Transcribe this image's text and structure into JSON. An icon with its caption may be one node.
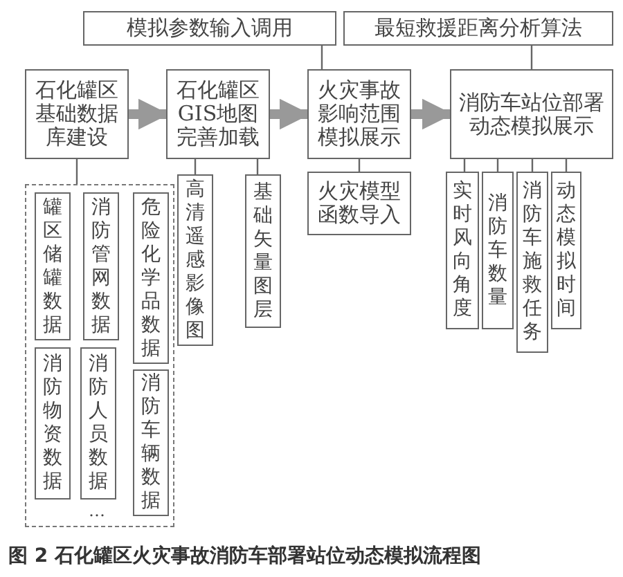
{
  "diagram": {
    "caption": "图 2 石化罐区火灾事故消防车部署站位动态模拟流程图",
    "nodes": [
      {
        "text": [
          "模拟参数输入调用"
        ]
      },
      {
        "text": [
          "最短救援距离分析算法"
        ]
      },
      {
        "text": [
          "石化罐区基础数据库建设"
        ]
      },
      {
        "text": [
          "石化罐区GIS地图完善加载"
        ]
      },
      {
        "text": [
          "火灾事故影响范围模拟展示"
        ]
      },
      {
        "text": [
          "消防车站位部署动态模拟展示"
        ]
      },
      {
        "text": [],
        "shape": "box"
      },
      {
        "text": [
          "罐区储罐数据"
        ],
        "in": 6
      },
      {
        "text": [
          "消防管网数据"
        ],
        "in": 6
      },
      {
        "text": [
          "危险化学品数据"
        ],
        "in": 6
      },
      {
        "text": [
          "消防物资数据"
        ],
        "in": 6
      },
      {
        "text": [
          "消防人员数据"
        ],
        "in": 6
      },
      {
        "text": [
          "消防车辆数据"
        ],
        "in": 6
      },
      {
        "text": [
          "高清遥感影像图"
        ]
      },
      {
        "text": [
          "基础矢量图层"
        ]
      },
      {
        "text": [
          "火灾模型函数导入"
        ]
      },
      {
        "text": [
          "实时风向角度"
        ]
      },
      {
        "text": [
          "消防车数量"
        ]
      },
      {
        "text": [
          "消防车施救任务"
        ]
      },
      {
        "text": [
          "动态模拟时间"
        ]
      }
    ],
    "edges": [
      {
        "from": 2,
        "to": 3,
        "arrow": "to",
        "style": "thick"
      },
      {
        "from": 3,
        "to": 4,
        "arrow": "to",
        "style": "thick"
      },
      {
        "from": 4,
        "to": 5,
        "arrow": "to",
        "style": "thick"
      },
      {
        "from": 0,
        "to": 4,
        "arrow": "none"
      },
      {
        "from": 1,
        "to": 5,
        "arrow": "none"
      },
      {
        "from": 2,
        "to": 6,
        "arrow": "none"
      },
      {
        "from": 3,
        "to": 13,
        "arrow": "none"
      },
      {
        "from": 3,
        "to": 14,
        "arrow": "none"
      },
      {
        "from": 4,
        "to": 15,
        "arrow": "none"
      },
      {
        "from": 5,
        "to": 16,
        "arrow": "none"
      },
      {
        "from": 5,
        "to": 17,
        "arrow": "none"
      },
      {
        "from": 5,
        "to": 18,
        "arrow": "none"
      },
      {
        "from": 5,
        "to": 19,
        "arrow": "none"
      }
    ],
    "labels": [
      "…"
    ]
  }
}
